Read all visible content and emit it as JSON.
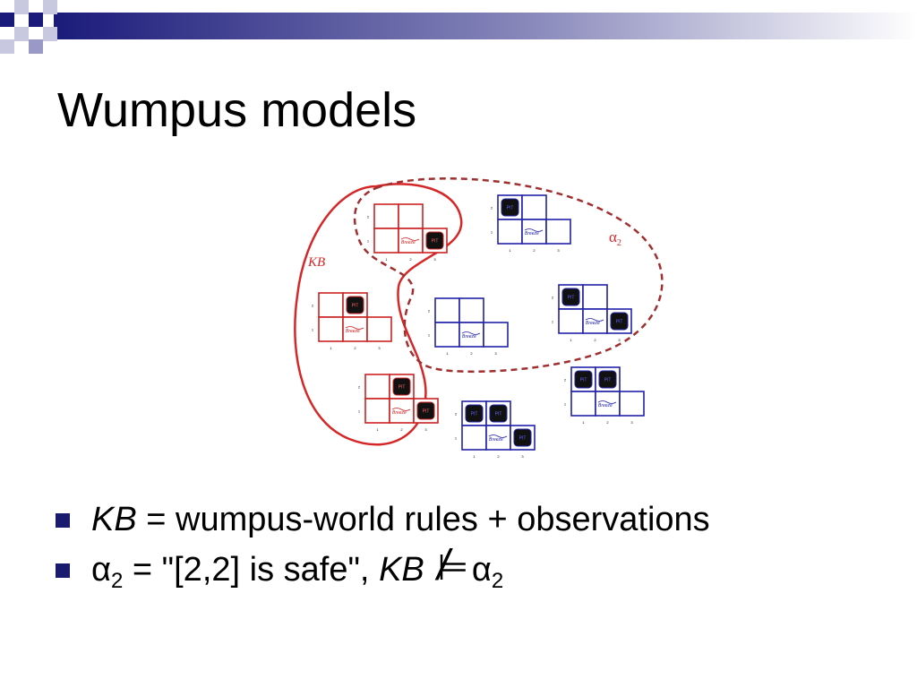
{
  "slide": {
    "title": "Wumpus models",
    "accent_color": "#1a1a6e"
  },
  "diagram": {
    "kb_label": "KB",
    "alpha_label": "α",
    "alpha_sub": "2",
    "kb_color": "#d62728",
    "alpha_color": "#a03030",
    "grid_color_kb": "#cc2222",
    "grid_color_other": "#2222aa",
    "pit_label": "PIT",
    "breeze_label": "Breeze",
    "row_labels": [
      "2",
      "1"
    ],
    "col_labels": [
      "1",
      "2",
      "3"
    ]
  },
  "bullets": [
    {
      "kb": "KB",
      "rest": " = wumpus-world rules + observations"
    },
    {
      "alpha": "α",
      "sub": "2",
      "mid": " = \"[2,2] is safe\", ",
      "kb": "KB",
      "entails": "⊨",
      "slash": "/",
      "alpha2": "α",
      "sub2": "2"
    }
  ]
}
